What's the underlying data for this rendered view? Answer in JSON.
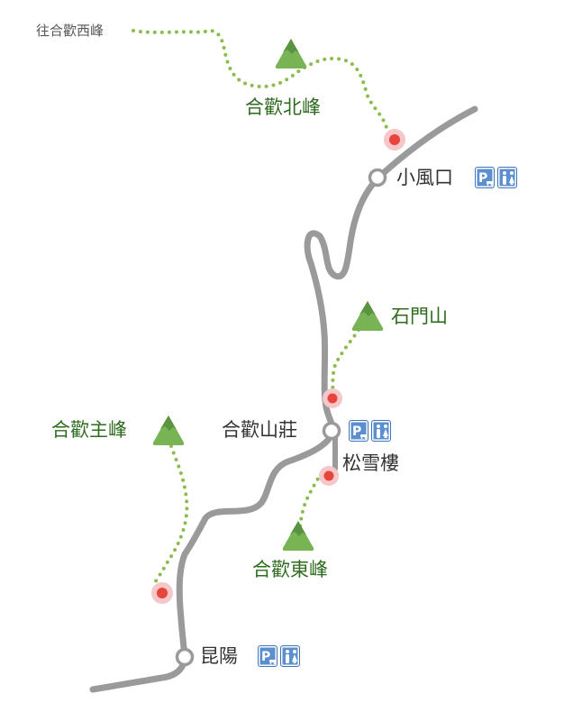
{
  "map": {
    "colors": {
      "road": "#9a9a9a",
      "trail": "#8cbc4e",
      "peak_label": "#2e6b1e",
      "stop_label": "#333333",
      "trailhead_dot": "#e8433c",
      "trailhead_halo": "#f6c7c8",
      "mountain_light": "#78b354",
      "mountain_dark": "#5a9440",
      "facility_bg": "#5b8fd0"
    },
    "direction_label": {
      "text": "往合歡西峰",
      "icon": "trail-direction"
    },
    "peaks": [
      {
        "id": "hehuan-north",
        "name": "合歡北峰",
        "icon": "mountain-icon"
      },
      {
        "id": "shimen",
        "name": "石門山",
        "icon": "mountain-icon"
      },
      {
        "id": "hehuan-main",
        "name": "合歡主峰",
        "icon": "mountain-icon"
      },
      {
        "id": "hehuan-east",
        "name": "合歡東峰",
        "icon": "mountain-icon"
      }
    ],
    "stops": [
      {
        "id": "xiaofengkou",
        "name": "小風口",
        "facilities": [
          "parking-icon",
          "restroom-icon"
        ]
      },
      {
        "id": "hehuan-lodge",
        "name": "合歡山莊",
        "facilities": [
          "parking-icon",
          "restroom-icon"
        ]
      },
      {
        "id": "songxue-lodge",
        "name": "松雪樓",
        "facilities": []
      },
      {
        "id": "kunyang",
        "name": "昆陽",
        "facilities": [
          "parking-icon",
          "restroom-icon"
        ]
      }
    ],
    "facility_labels": {
      "parking": "P"
    }
  }
}
